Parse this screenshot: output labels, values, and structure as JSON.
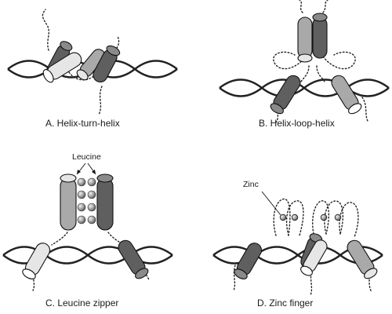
{
  "panels": {
    "a": {
      "caption": "A. Helix-turn-helix"
    },
    "b": {
      "caption": "B. Helix-loop-helix"
    },
    "c": {
      "caption": "C. Leucine zipper",
      "callout": "Leucine"
    },
    "d": {
      "caption": "D. Zinc finger",
      "callout": "Zinc"
    }
  },
  "colors": {
    "light": "#e6e6e6",
    "medium": "#a9a9a9",
    "dark": "#5f5f5f",
    "outline": "#111111",
    "dna": "#222222"
  }
}
